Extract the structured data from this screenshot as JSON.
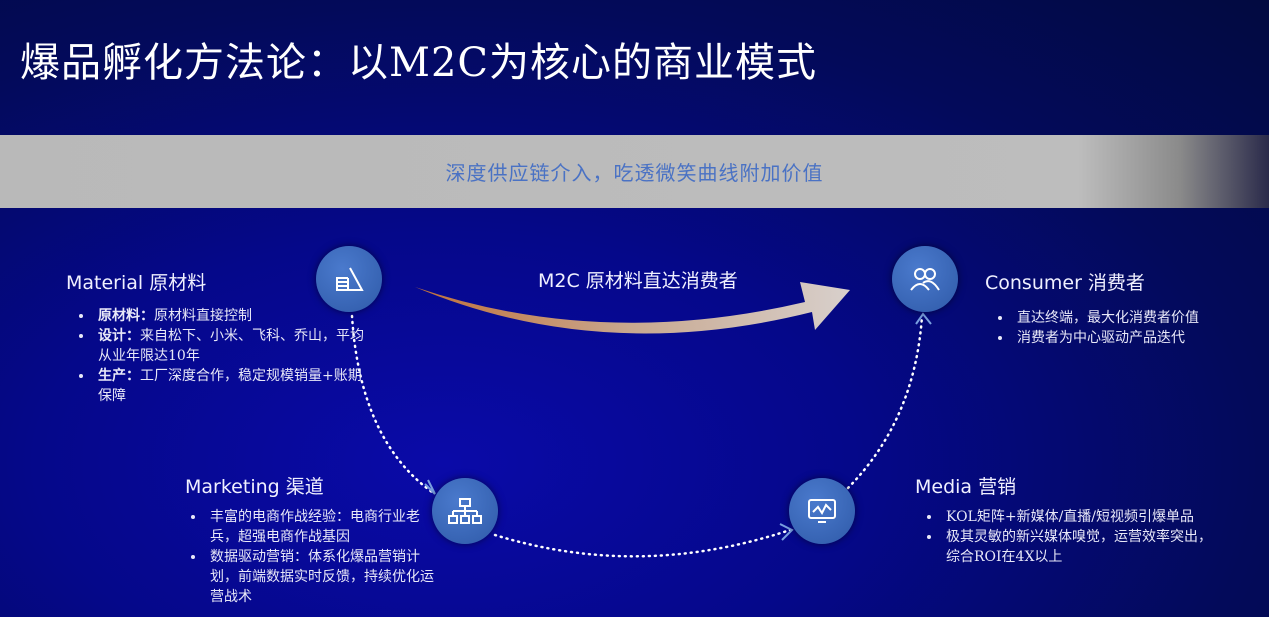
{
  "title": "爆品孵化方法论：以M2C为核心的商业模式",
  "band": "深度供应链介入，吃透微笑曲线附加价值",
  "arrow_label": "M2C 原材料直达消费者",
  "material": {
    "heading": "Material 原材料",
    "items": [
      {
        "bold": "原材料：",
        "text": "原材料直接控制"
      },
      {
        "bold": "设计：",
        "text": "来自松下、小米、飞科、乔山，平均从业年限达10年"
      },
      {
        "bold": "生产：",
        "text": "工厂深度合作，稳定规模销量+账期保障"
      }
    ]
  },
  "consumer": {
    "heading": "Consumer 消费者",
    "items": [
      "直达终端，最大化消费者价值",
      "消费者为中心驱动产品迭代"
    ]
  },
  "marketing": {
    "heading": "Marketing 渠道",
    "items": [
      "丰富的电商作战经验：电商行业老兵，超强电商作战基因",
      "数据驱动营销：体系化爆品营销计划，前端数据实时反馈，持续优化运营战术"
    ]
  },
  "media": {
    "heading": "Media 营销",
    "items": [
      "KOL矩阵+新媒体/直播/短视频引爆单品",
      "极其灵敏的新兴媒体嗅觉，运营效率突出，综合ROI在4X以上"
    ]
  }
}
